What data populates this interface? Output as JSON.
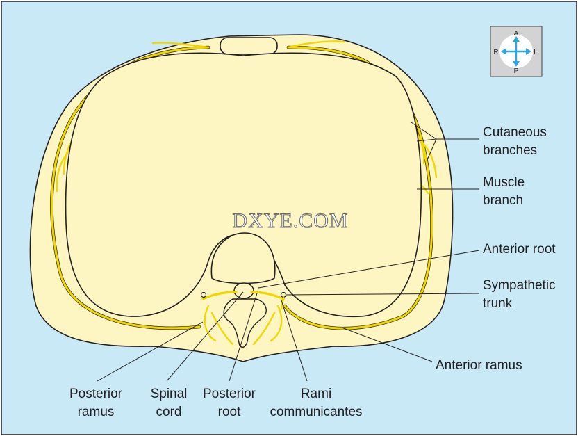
{
  "colors": {
    "background": "#c9e9f6",
    "body_fill": "#fdf6c3",
    "nerve": "#f1d700",
    "outline": "#231f20",
    "compass_bg": "#d3d3d3",
    "compass_arrow": "#29a8e0"
  },
  "watermark": "DXYE.COM",
  "orientation": {
    "anterior": "A",
    "posterior": "P",
    "right": "R",
    "left": "L"
  },
  "labels": {
    "cutaneous_branches": [
      "Cutaneous",
      "branches"
    ],
    "muscle_branch": [
      "Muscle",
      "branch"
    ],
    "anterior_root": "Anterior root",
    "sympathetic_trunk": [
      "Sympathetic",
      "trunk"
    ],
    "anterior_ramus": "Anterior ramus",
    "posterior_ramus": [
      "Posterior",
      "ramus"
    ],
    "spinal_cord": [
      "Spinal",
      "cord"
    ],
    "posterior_root": [
      "Posterior",
      "root"
    ],
    "rami_communicantes": [
      "Rami",
      "communicantes"
    ]
  }
}
